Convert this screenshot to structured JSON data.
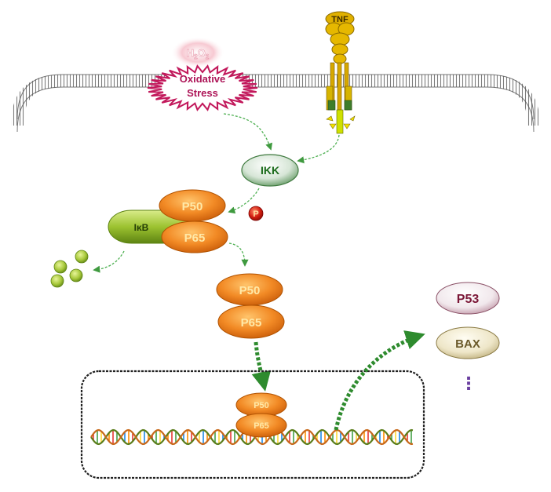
{
  "labels": {
    "h2o2": "H",
    "h2o2_sub1": "2",
    "h2o2_mid": "O",
    "h2o2_sub2": "2",
    "oxidative": "Oxidative",
    "stress": "Stress",
    "tnf": "TNF",
    "ikk": "IKK",
    "p_phospho": "P",
    "ikb": "IκB",
    "p50_complex": "P50",
    "p65_complex": "P65",
    "p50_free": "P50",
    "p65_free": "P65",
    "p50_nuclear": "P50",
    "p65_nuclear": "P65",
    "p53": "P53",
    "bax": "BAX",
    "ellipsis": "⋮"
  },
  "colors": {
    "membrane": "#8a8a8a",
    "stress_burst": "#c2185b",
    "stress_text": "#ad1457",
    "h2o2_glow": "#f8c6cf",
    "ikk_fill": "#3f8a3f",
    "ikk_text": "#1b6b1b",
    "orange": "#f07a1a",
    "orange_text": "#ffe9a8",
    "ikb_green": "#7aa620",
    "arrow_green": "#4caf50",
    "p53_text": "#7b1737",
    "bax_text": "#6b5a2a",
    "ellipsis": "#6a3fa0"
  }
}
